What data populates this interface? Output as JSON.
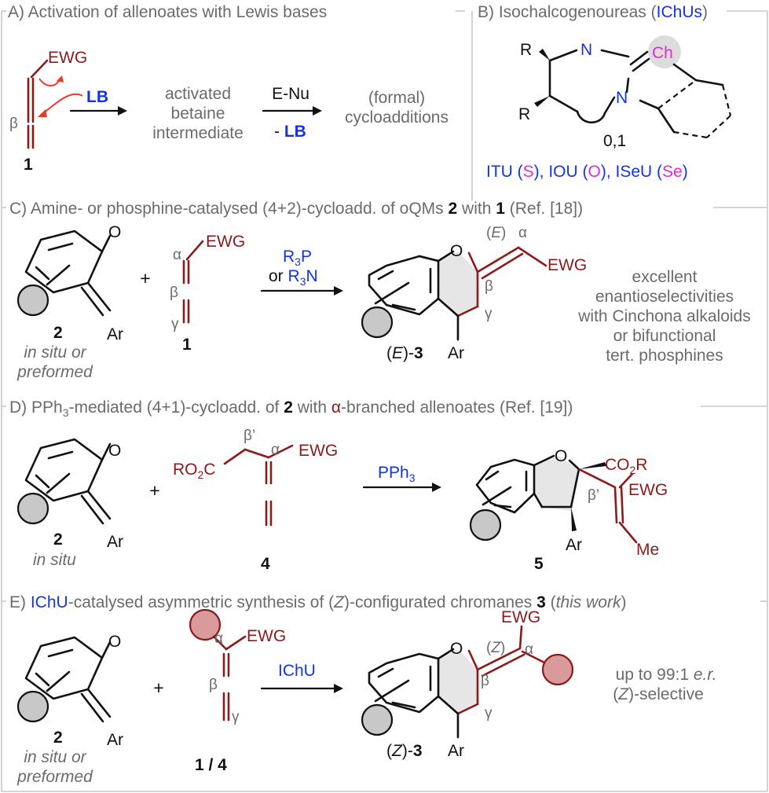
{
  "panels": {
    "A": {
      "title": "A) Activation of allenoates with Lewis bases",
      "ewg": "EWG",
      "beta": "β",
      "lb": "LB",
      "compound": "1",
      "intermediate": [
        "activated",
        "betaine",
        "intermediate"
      ],
      "reagent_top": "E-Nu",
      "reagent_bottom_minus": "- ",
      "reagent_bottom_lb": "LB",
      "product": [
        "(formal)",
        "cycloadditions"
      ]
    },
    "B": {
      "title_prefix": "B) Isochalcogenoureas (",
      "title_abbr": "IChUs",
      "title_suffix": ")",
      "r1": "R",
      "r2": "R",
      "n1": "N",
      "n2": "N",
      "ch": "Ch",
      "index": "0,1",
      "catalysts": [
        {
          "name": "ITU",
          "atom": "S"
        },
        {
          "name": "IOU",
          "atom": "O"
        },
        {
          "name": "ISeU",
          "atom": "Se"
        }
      ]
    },
    "C": {
      "title_a": "C) Amine- or phosphine-catalysed (4+2)-cycloadd. of oQMs ",
      "title_b": "2",
      "title_c": " with ",
      "title_d": "1",
      "title_e": " (Ref. [18])",
      "o": "O",
      "ar": "Ar",
      "compound_2": "2",
      "note": [
        "in situ or",
        "preformed"
      ],
      "plus": "+",
      "alpha": "α",
      "beta": "β",
      "gamma": "γ",
      "ewg": "EWG",
      "compound_1": "1",
      "cat1_a": "R",
      "cat1_sub": "3",
      "cat1_b": "P",
      "cat2_or": "or ",
      "cat2_a": "R",
      "cat2_sub": "3",
      "cat2_b": "N",
      "prod_o": "O",
      "prod_e_open": "(",
      "prod_e": "E",
      "prod_e_close": ")",
      "prod_alpha": "α",
      "prod_beta": "β",
      "prod_gamma": "γ",
      "prod_ewg": "EWG",
      "prod_ar": "Ar",
      "prod_label_open": "(",
      "prod_label_e": "E",
      "prod_label_close": ")-",
      "prod_label_num": "3",
      "comment": [
        "excellent",
        "enantioselectivities",
        "with Cinchona alkaloids",
        "or bifunctional",
        "tert. phosphines"
      ]
    },
    "D": {
      "title_a": "D) PPh",
      "title_sub": "3",
      "title_b": "-mediated (4+1)-cycloadd. of ",
      "title_c": "2",
      "title_d": " with ",
      "title_alpha": "α",
      "title_e": "-branched allenoates (Ref. [19])",
      "o": "O",
      "ar": "Ar",
      "compound_2": "2",
      "note": "in situ",
      "plus": "+",
      "ro2c_a": "RO",
      "ro2c_sub": "2",
      "ro2c_b": "C",
      "beta_prime": "β’",
      "alpha": "α",
      "ewg": "EWG",
      "compound_4": "4",
      "reagent_a": "PPh",
      "reagent_sub": "3",
      "prod_o": "O",
      "prod_co2r_a": "CO",
      "prod_co2r_sub": "2",
      "prod_co2r_b": "R",
      "prod_beta_prime": "β’",
      "prod_ewg": "EWG",
      "prod_ar": "Ar",
      "prod_me": "Me",
      "compound_5": "5"
    },
    "E": {
      "title_a": "E) ",
      "title_ichu": "IChU",
      "title_b": "-catalysed asymmetric synthesis of (",
      "title_z": "Z",
      "title_c": ")-configurated chromanes ",
      "title_3": "3",
      "title_d": " (",
      "title_work": "this work",
      "title_e": ")",
      "o": "O",
      "ar": "Ar",
      "compound_2": "2",
      "note": [
        "in situ or",
        "preformed"
      ],
      "plus": "+",
      "alpha": "α",
      "beta": "β",
      "gamma": "γ",
      "ewg": "EWG",
      "compound_14": "1 / 4",
      "reagent": "IChU",
      "prod_o": "O",
      "prod_z_open": "(",
      "prod_z": "Z",
      "prod_z_close": ")",
      "prod_alpha": "α",
      "prod_beta": "β",
      "prod_gamma": "γ",
      "prod_ewg": "EWG",
      "prod_ar": "Ar",
      "prod_label_open": "(",
      "prod_label_z": "Z",
      "prod_label_close": ")-",
      "prod_label_num": "3",
      "comment_er_a": "up to 99:1 ",
      "comment_er_b": "e.r.",
      "comment_z_open": "(",
      "comment_z": "Z",
      "comment_z_close": ")-selective"
    }
  },
  "colors": {
    "gray_text": "#6b6b6b",
    "dark_red": "#8b1a1a",
    "blue": "#1533e6",
    "magenta": "#e52ad1",
    "frame": "#c7c7c7",
    "ring_fill": "#e6e6e6"
  }
}
